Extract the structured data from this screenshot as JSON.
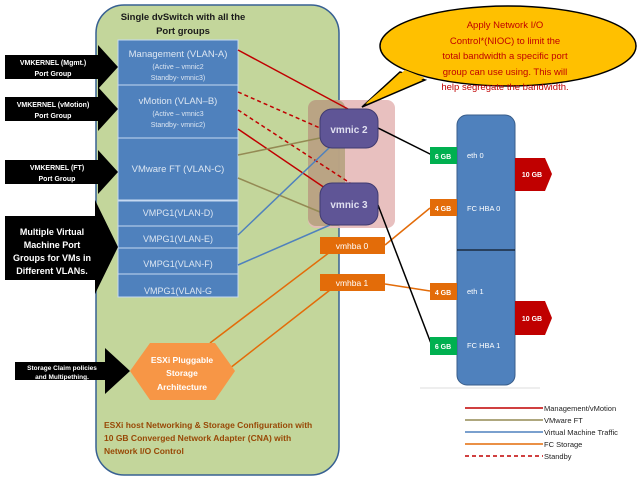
{
  "dvswitch": {
    "title_line1": "Single dvSwitch with all the",
    "title_line2": "Port groups"
  },
  "port_groups": [
    {
      "name": "Management (VLAN-A)",
      "sub1": "(Active – vmnic2",
      "sub2": "Standby- vmnic3)"
    },
    {
      "name": "vMotion (VLAN–B)",
      "sub1": "(Active – vmnic3",
      "sub2": "Standby- vmnic2)"
    },
    {
      "name": "VMware FT (VLAN-C)"
    },
    {
      "name": "VMPG1(VLAN-D)"
    },
    {
      "name": "VMPG1(VLAN-E)"
    },
    {
      "name": "VMPG1(VLAN-F)"
    },
    {
      "name": "VMPG1(VLAN-G"
    }
  ],
  "left_arrows": [
    {
      "line1": "VMKERNEL  (Mgmt.)",
      "line2": "Port Group"
    },
    {
      "line1": "VMKERNEL  (vMotion)",
      "line2": "Port Group"
    },
    {
      "line1": "VMKERNEL  (FT)",
      "line2": "Port Group"
    },
    {
      "line1": "Multiple Virtual",
      "line2": "Machine Port",
      "line3": "Groups for VMs in",
      "line4": "Different VLANs."
    },
    {
      "line1": "Storage  Claim policies",
      "line2": "and Multipething."
    }
  ],
  "nics": {
    "vmnic2": "vmnic 2",
    "vmnic3": "vmnic 3",
    "vmhba0": "vmhba 0",
    "vmhba1": "vmhba 1"
  },
  "psa": {
    "line1": "ESXi Pluggable",
    "line2": "Storage",
    "line3": "Architecture"
  },
  "footer": {
    "line1": "ESXi host Networking & Storage Configuration with",
    "line2": "10 GB Converged Network Adapter (CNA) with",
    "line3": "Network I/O Control"
  },
  "callout": {
    "line1": "Apply Network  I/O",
    "line2": "Control*(NIOC) to limit the",
    "line3": "total bandwidth a specific port",
    "line4": "group can use using. This will",
    "line5": "help segregate the bandwidth."
  },
  "cna": {
    "eth0": "eth 0",
    "fchba0": "FC HBA 0",
    "eth1": "eth 1",
    "fchba1": "FC HBA 1",
    "bw_eth0": "6 GB",
    "bw_fc0": "4 GB",
    "bw_eth1": "4 GB",
    "bw_fc1": "6 GB",
    "total1": "10 GB",
    "total2": "10 GB"
  },
  "legend": [
    {
      "label": "Management/vMotion",
      "color": "#c00000",
      "style": "solid"
    },
    {
      "label": "VMware  FT",
      "color": "#948a54",
      "style": "solid"
    },
    {
      "label": "Virtual  Machine Traffic",
      "color": "#4f81bd",
      "style": "solid"
    },
    {
      "label": "FC Storage",
      "color": "#e36c09",
      "style": "solid"
    },
    {
      "label": "Standby",
      "color": "#c00000",
      "style": "dashed"
    }
  ],
  "colors": {
    "host_bg": "#c3d69b",
    "portgroup": "#4f81bd",
    "nic": "#5f5596",
    "orange": "#e36c09",
    "green": "#00b050",
    "red": "#c00000",
    "callout": "#ffc000"
  }
}
